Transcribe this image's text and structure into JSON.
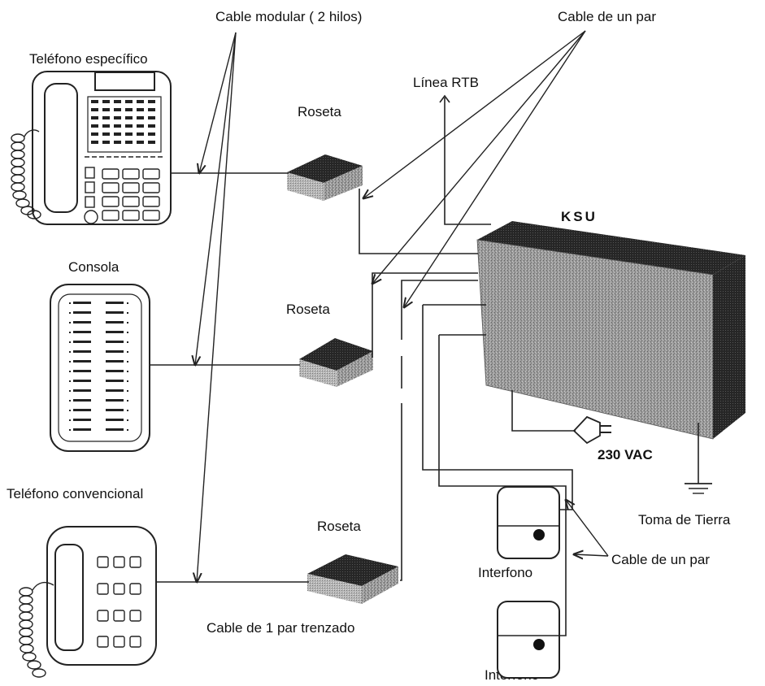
{
  "labels": {
    "cable_modular": "Cable modular ( 2 hilos)",
    "cable_par_top": "Cable de un par",
    "telefono_especifico": "Teléfono específico",
    "linea_rtb": "Línea RTB",
    "roseta_1": "Roseta",
    "ksu": "KSU",
    "consola": "Consola",
    "roseta_2": "Roseta",
    "vac": "230 VAC",
    "telefono_convencional": "Teléfono convencional",
    "toma_tierra": "Toma de Tierra",
    "roseta_3": "Roseta",
    "interfono_1": "Interfono",
    "cable_par_bottom": "Cable de un par",
    "cable_trenzado": "Cable de 1 par trenzado",
    "interfono_2": "Interfono"
  }
}
